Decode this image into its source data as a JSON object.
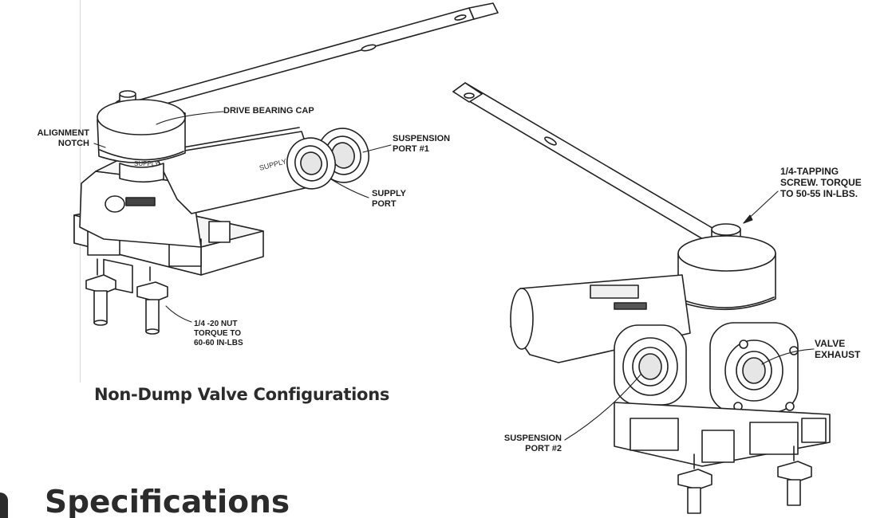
{
  "labels": {
    "drive_bearing_cap": "DRIVE BEARING CAP",
    "alignment_notch": "ALIGNMENT\nNOTCH",
    "suspension_port_1": "SUSPENSION\nPORT #1",
    "supply_port": "SUPPLY\nPORT",
    "supply_marking": "SUPPLY",
    "nut_torque": "1/4 -20 NUT\nTORQUE TO\n60-60 IN-LBS",
    "tapping_screw": "1/4-TAPPING\nSCREW. TORQUE\nTO 50-55 IN-LBS.",
    "valve_exhaust": "VALVE\nEXHAUST",
    "suspension_port_2": "SUSPENSION\nPORT #2"
  },
  "caption": "Non-Dump Valve Configurations",
  "section_heading": "Specifications"
}
